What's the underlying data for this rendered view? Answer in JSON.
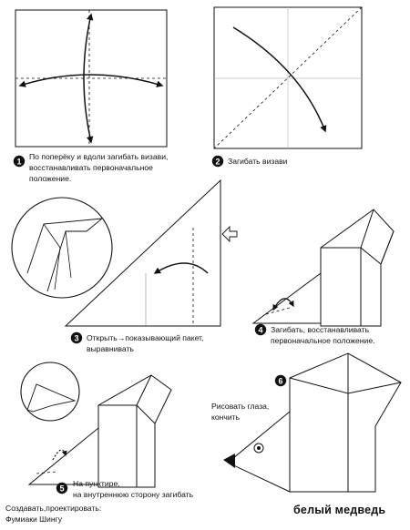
{
  "steps": [
    {
      "number": "1",
      "text": "По поперёку и вдоли загибать визави,\nвосстанавливать первоначальное\nположение."
    },
    {
      "number": "2",
      "text": "Загибать визави"
    },
    {
      "number": "3",
      "text": "Открыть→показывающий пакет,\nвыравнивать"
    },
    {
      "number": "4",
      "text": "Загибать, восстанавливать\nпервоначальное положение."
    },
    {
      "number": "5",
      "text": "На пунктире,\nна внутреннюю  сторону загибать"
    },
    {
      "number": "6",
      "text": "Рисовать глаза,\nкончить"
    }
  ],
  "credits": "Создавать,проектировать:\nФумиаки Шингу",
  "title": "белый медведь"
}
